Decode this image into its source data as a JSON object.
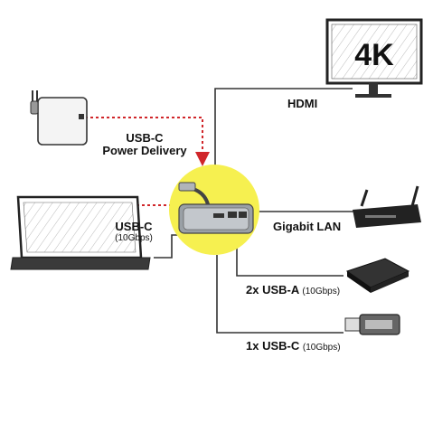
{
  "monitor": {
    "badge": "4K"
  },
  "labels": {
    "hdmi": "HDMI",
    "usbc_pd_line1": "USB-C",
    "usbc_pd_line2": "Power Delivery",
    "usbc_host": "USB-C",
    "usbc_host_speed": "(10Gbps)",
    "gigabit_lan": "Gigabit LAN",
    "usba": "2x USB-A",
    "usba_speed": "(10Gbps)",
    "usbc_port": "1x USB-C",
    "usbc_port_speed": "(10Gbps)"
  },
  "colors": {
    "accent": "#f6f050",
    "dotted_arrow": "#d0262a",
    "line": "#333333"
  }
}
